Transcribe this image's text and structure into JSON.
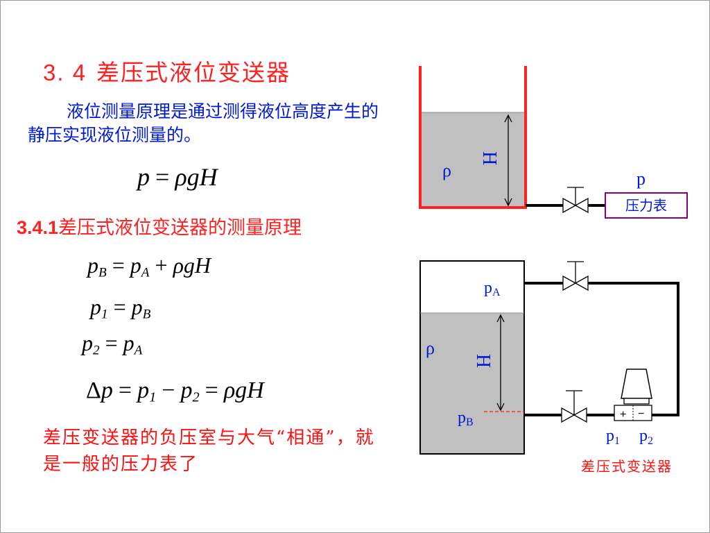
{
  "slide": {
    "title_number": "3. 4",
    "title_text": "差压式液位变送器",
    "intro": "液位测量原理是通过测得液位高度产生的静压实现液位测量的。",
    "subtitle_number": "3.4.1",
    "subtitle_text": "差压式液位变送器的测量原理",
    "note": "差压变送器的负压室与大气“相通”，就是一般的压力表了",
    "colors": {
      "title": "#ff2020",
      "body_text": "#0018d8",
      "note": "#ff1010",
      "tank_wall": "#ff2020",
      "liquid": "#c0c0c0",
      "gauge_border": "#800080"
    }
  },
  "equations": {
    "main": {
      "lhs": "p",
      "rhs_rho": "ρ",
      "rhs_g": "g",
      "rhs_H": "H"
    },
    "e1": {
      "lhs": "p",
      "lhs_sub": "B",
      "t1": "p",
      "t1_sub": "A",
      "rho": "ρ",
      "g": "g",
      "H": "H"
    },
    "e2": {
      "lhs": "p",
      "lhs_sub": "1",
      "rhs": "p",
      "rhs_sub": "B"
    },
    "e3": {
      "lhs": "p",
      "lhs_sub": "2",
      "rhs": "p",
      "rhs_sub": "A"
    },
    "e4": {
      "delta": "Δ",
      "p": "p",
      "a": "p",
      "a_sub": "1",
      "b": "p",
      "b_sub": "2",
      "rho": "ρ",
      "g": "g",
      "H": "H"
    }
  },
  "diagram_top": {
    "rho_label": "ρ",
    "height_label": "H",
    "pressure_label": "p",
    "gauge_label": "压力表"
  },
  "diagram_bottom": {
    "pA_base": "p",
    "pA_sub": "A",
    "rho_label": "ρ",
    "height_label": "H",
    "pB_base": "p",
    "pB_sub": "B",
    "p1_base": "p",
    "p1_sub": "1",
    "p2_base": "p",
    "p2_sub": "2",
    "plus": "+",
    "minus": "−",
    "transmitter_label": "差压式变送器"
  }
}
